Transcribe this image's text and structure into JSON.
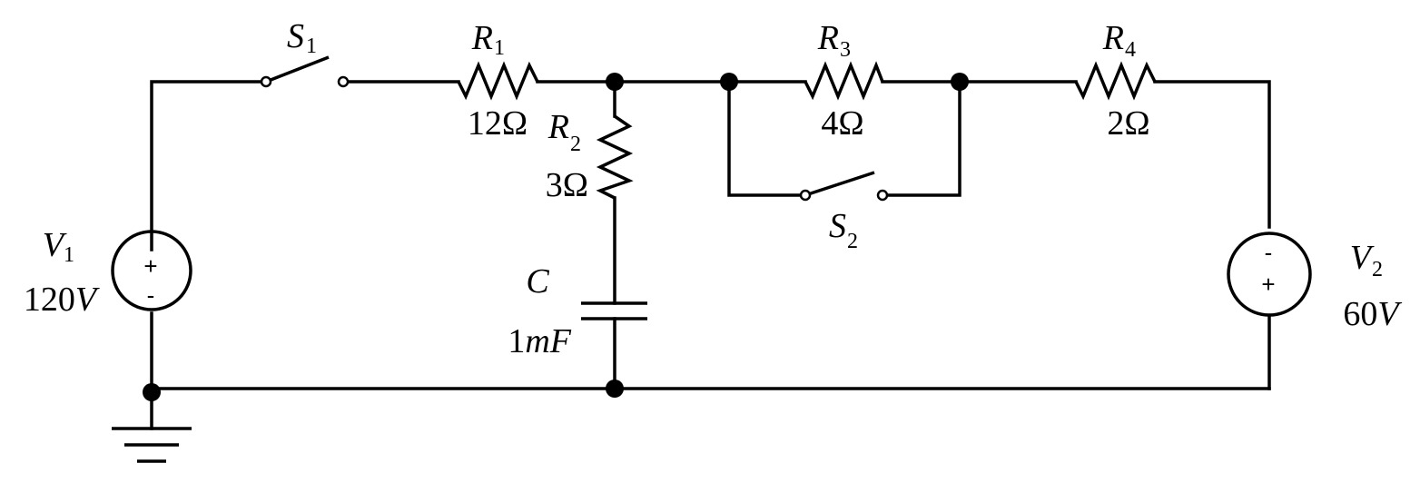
{
  "components": {
    "switch1": {
      "name": "S",
      "sub": "1"
    },
    "switch2": {
      "name": "S",
      "sub": "2"
    },
    "r1": {
      "name": "R",
      "sub": "1",
      "value": "12Ω"
    },
    "r2": {
      "name": "R",
      "sub": "2",
      "value": "3Ω"
    },
    "r3": {
      "name": "R",
      "sub": "3",
      "value": "4Ω"
    },
    "r4": {
      "name": "R",
      "sub": "4",
      "value": "2Ω"
    },
    "capacitor": {
      "name": "C",
      "value_num": "1",
      "value_unit": "mF"
    },
    "v1": {
      "name": "V",
      "sub": "1",
      "value_num": "120",
      "value_unit": "V",
      "top_sign": "+",
      "bottom_sign": "-"
    },
    "v2": {
      "name": "V",
      "sub": "2",
      "value_num": "60",
      "value_unit": "V",
      "top_sign": "-",
      "bottom_sign": "+"
    }
  }
}
